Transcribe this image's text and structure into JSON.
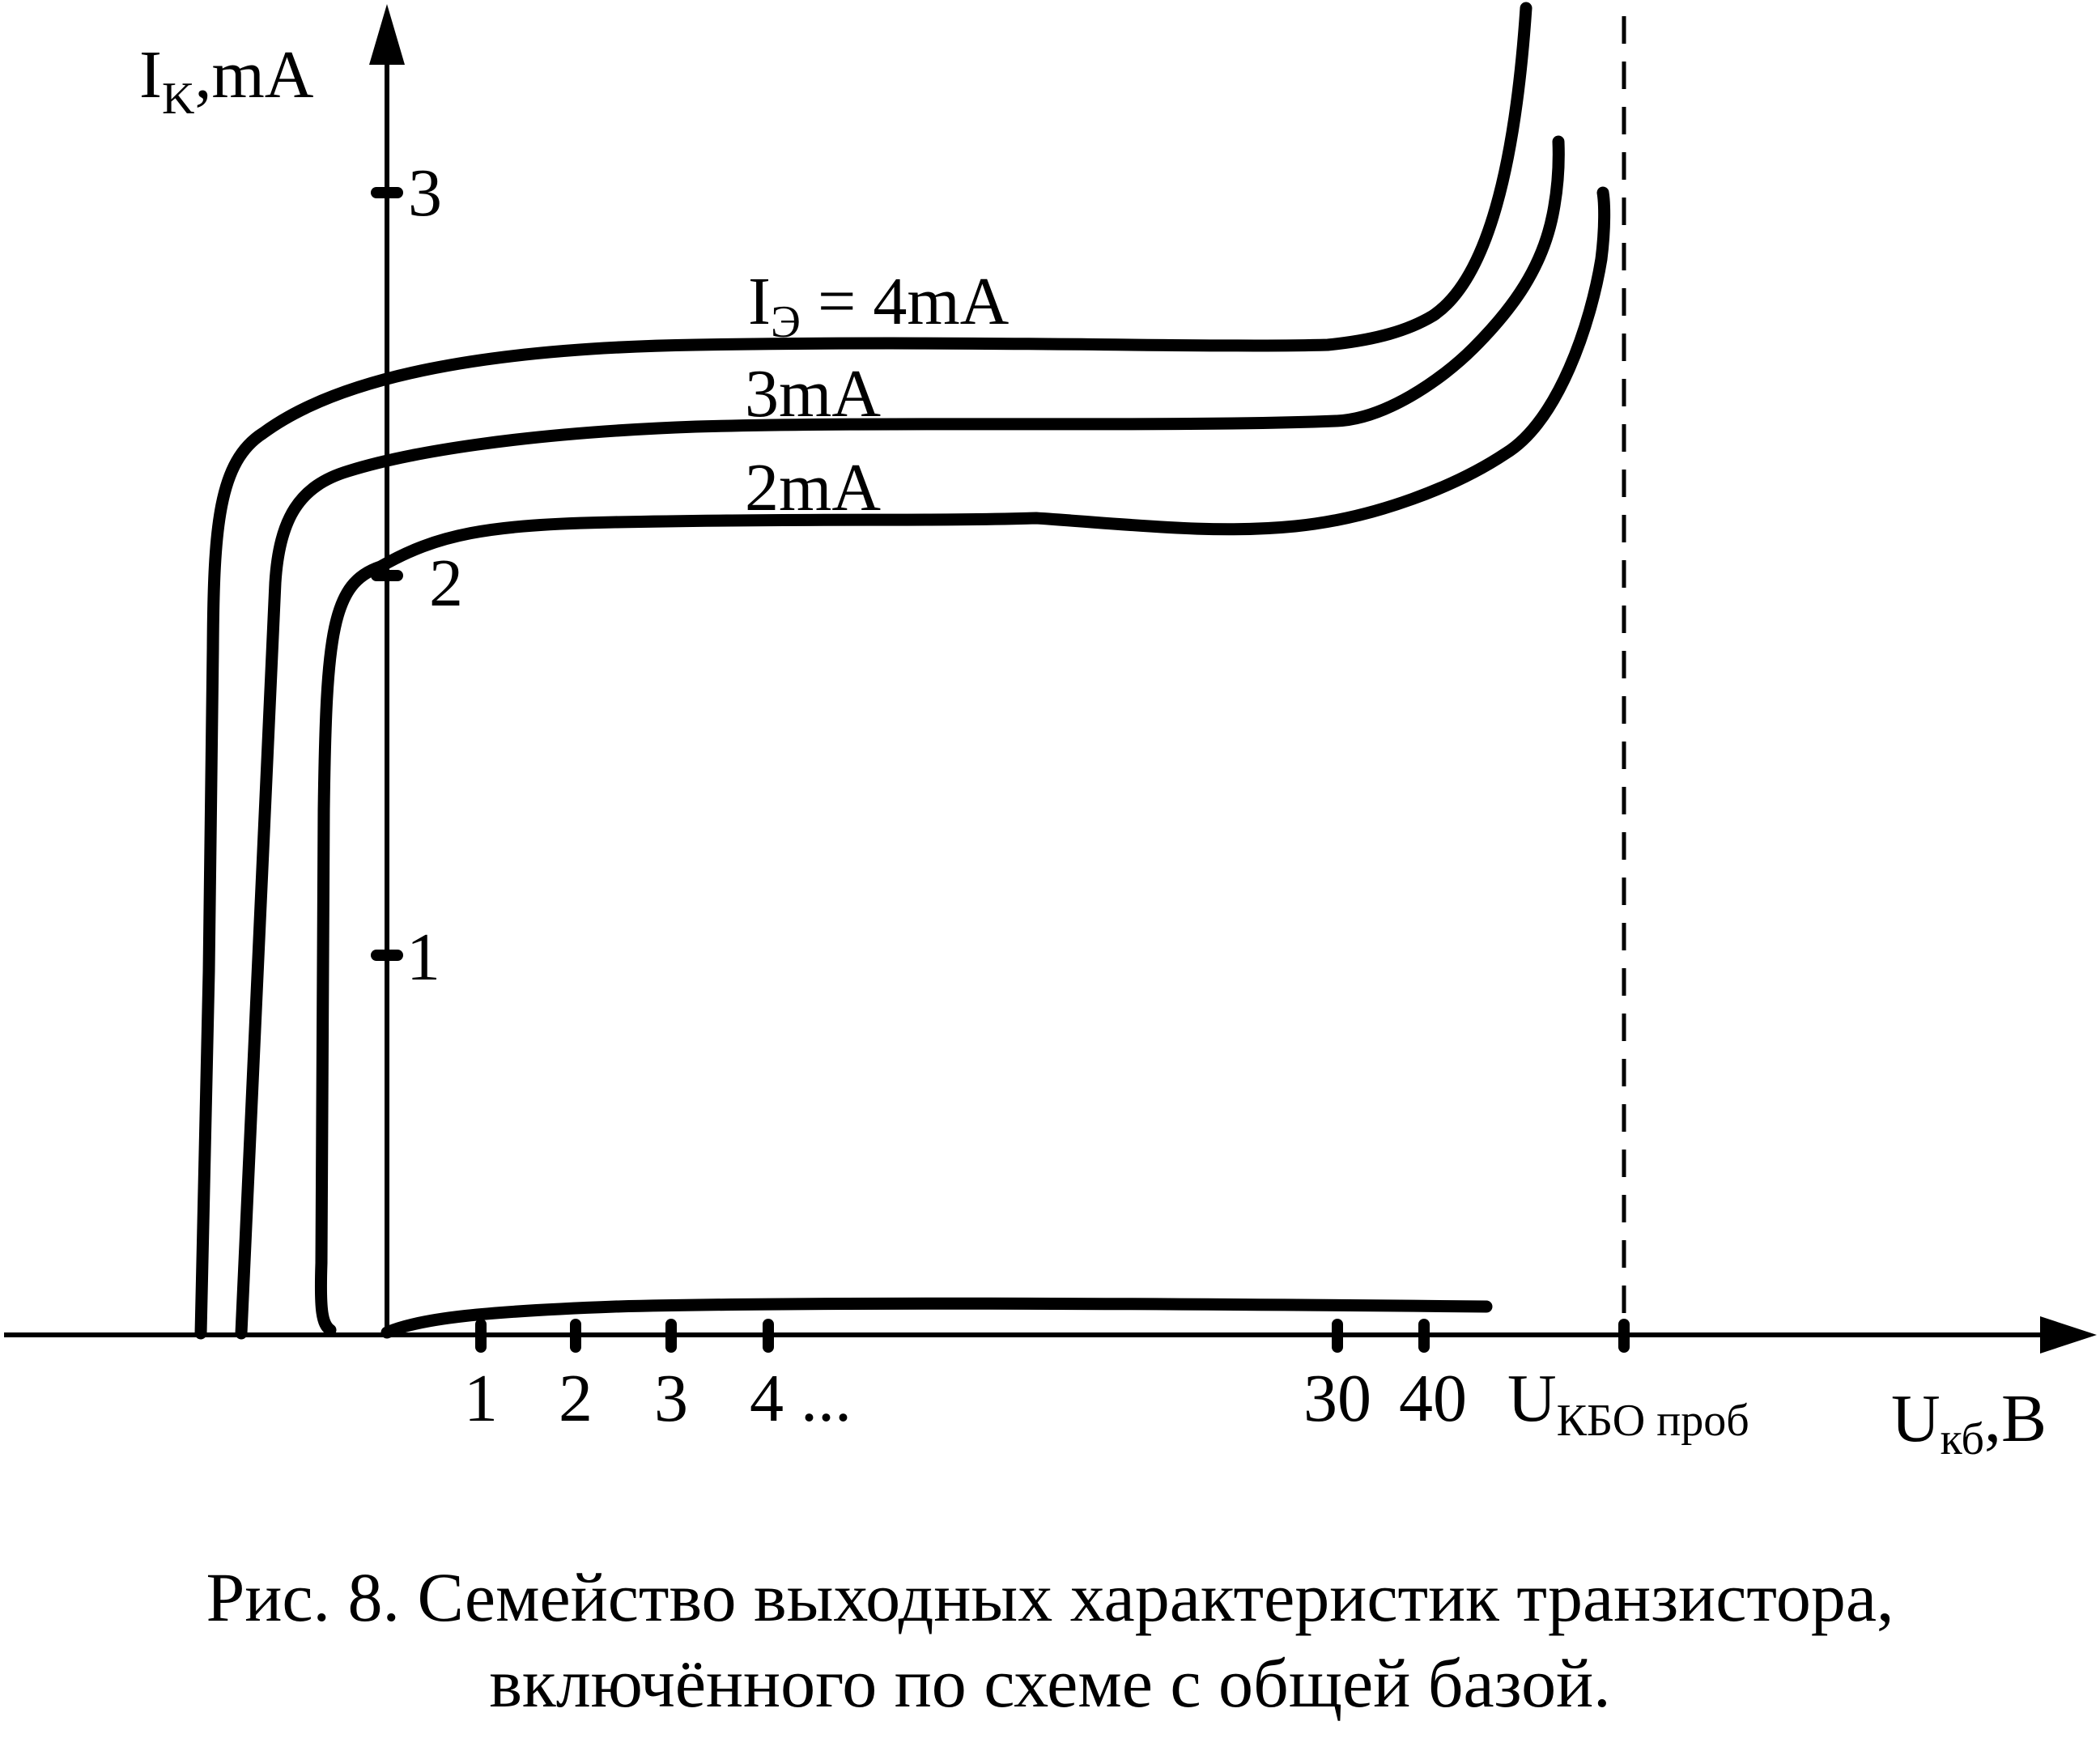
{
  "chart_data": {
    "type": "line",
    "title": "",
    "y_axis": {
      "label_main": "I",
      "label_sub": "K",
      "label_unit": ",mA",
      "ticks": [
        "1",
        "2",
        "3"
      ],
      "tick_values": [
        1,
        2,
        3
      ]
    },
    "x_axis": {
      "label_main": "U",
      "label_sub": "кб",
      "label_unit": ",B",
      "ticks": [
        "1",
        "2",
        "3",
        "4 ...",
        "30",
        "40"
      ],
      "breakdown_label_main": "U",
      "breakdown_label_sub": "КБО проб"
    },
    "series": [
      {
        "label_main": "I",
        "label_sub": "Э",
        "label_rest": " = 4mA",
        "plateau_mA": 2.6
      },
      {
        "label": "3mA",
        "plateau_mA": 2.4
      },
      {
        "label": "2mA",
        "plateau_mA": 2.15
      },
      {
        "label": "",
        "plateau_mA": 0.08
      }
    ],
    "breakdown_line": "dashed"
  },
  "caption": {
    "line1": "Рис. 8. Семейство выходных характеристик транзистора,",
    "line2": "включённого по схеме с общей базой."
  }
}
